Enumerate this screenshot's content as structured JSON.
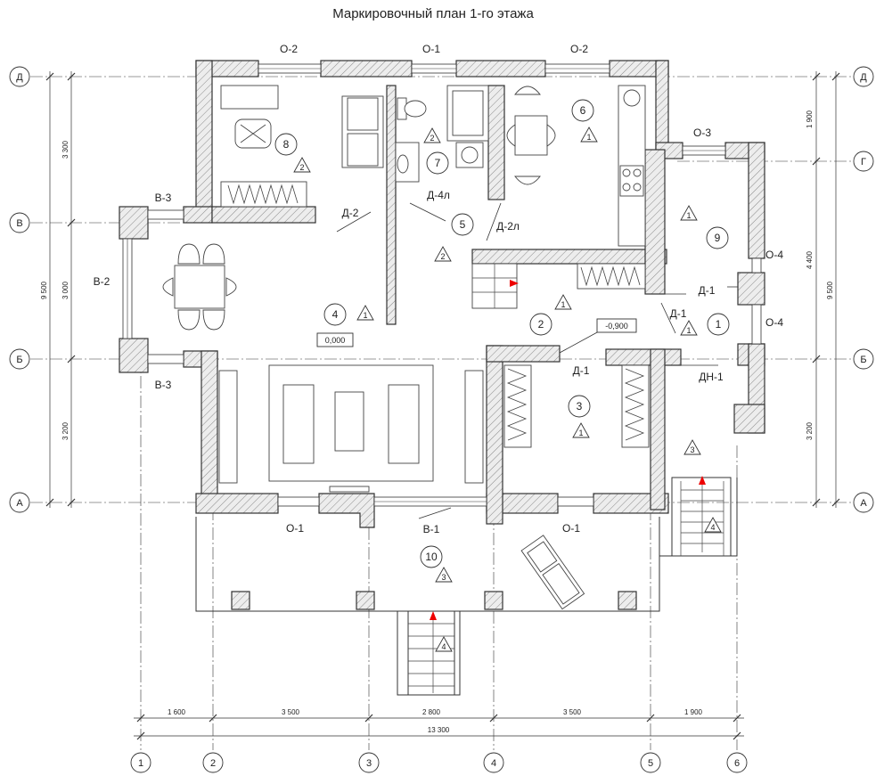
{
  "title": "Маркировочный план 1-го этажа",
  "axes": {
    "letters": [
      "Д",
      "Г",
      "В",
      "Б",
      "А"
    ],
    "numbers": [
      "1",
      "2",
      "3",
      "4",
      "5",
      "6"
    ]
  },
  "dims_bottom": {
    "segments": [
      "1 600",
      "3 500",
      "2 800",
      "3 500",
      "1 900"
    ],
    "total": "13 300"
  },
  "dims_left": {
    "segments": [
      "3 300",
      "3 000",
      "3 200"
    ],
    "total": "9 500"
  },
  "dims_right": {
    "segments": [
      "1 900",
      "4 400",
      "3 200"
    ],
    "total": "9 500"
  },
  "rooms": [
    "1",
    "2",
    "3",
    "4",
    "5",
    "6",
    "7",
    "8",
    "9",
    "10"
  ],
  "level_marks": [
    "0,000",
    "-0,900"
  ],
  "openings": {
    "windows": [
      "О-2",
      "О-1",
      "О-2",
      "О-3",
      "О-4",
      "О-4",
      "В-3",
      "В-2",
      "В-3",
      "О-1",
      "О-1"
    ],
    "doors": [
      "Д-2",
      "Д-4л",
      "Д-2л",
      "Д-1",
      "Д-1",
      "Д-1",
      "ДН-1",
      "В-1"
    ]
  },
  "markers": [
    "1",
    "2",
    "3",
    "4"
  ]
}
